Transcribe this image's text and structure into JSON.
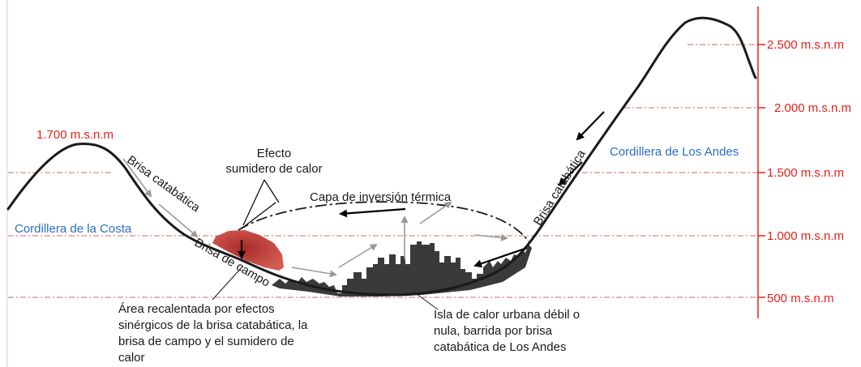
{
  "altitudes": {
    "a2500": "2.500 m.s.n.m",
    "a2000": "2.000 m.s.n.m",
    "a1500": "1.500 m.s.n.m",
    "a1000": "1.000 m.s.n.m",
    "a500": "500 m.s.n.m",
    "a1700": "1.700 m.s.n.m"
  },
  "ranges": {
    "costa": "Cordillera de la Costa",
    "andes": "Cordillera de Los Andes"
  },
  "breezes": {
    "catabatica_left": "Brisa catabática",
    "catabatica_right": "Brisa catabática",
    "campo": "Brisa de campo"
  },
  "labels": {
    "efecto_line1": "Efecto",
    "efecto_line2": "sumidero de calor",
    "inversion": "Capa de inversión térmica",
    "area_line1": "Área recalentada por efectos",
    "area_line2": "sinérgicos de la brisa catabática,  la",
    "area_line3": "brisa de campo y  el sumidero de",
    "area_line4": "calor",
    "isla_line1": "Isla de calor urbana débil o",
    "isla_line2": "nula, barrida por brisa",
    "isla_line3": "catabática de Los Andes"
  },
  "colors": {
    "altitude_text": "#e32119",
    "range_text": "#2b6fc2",
    "terrain": "#1a1a1a",
    "city": "#3a3a3a",
    "hot_area": "#c0322e"
  }
}
